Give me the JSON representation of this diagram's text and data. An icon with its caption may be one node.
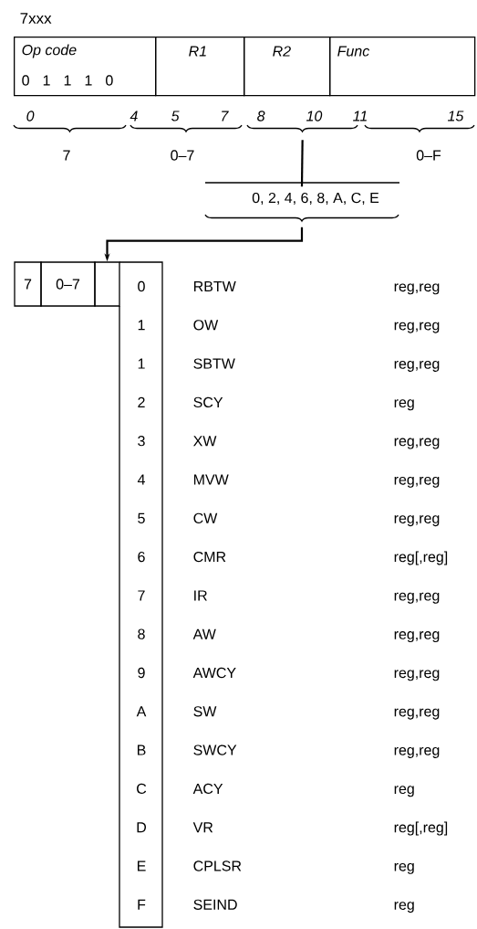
{
  "diagram": {
    "title": "7xxx",
    "nodes": [
      {
        "text": [
          "Op code",
          "0 1 1 1 0"
        ]
      },
      {
        "text": [
          "R1"
        ]
      },
      {
        "text": [
          "R2"
        ]
      },
      {
        "text": [
          "Func"
        ]
      },
      {
        "text": [
          "0, 2, 4, 6, 8, A, C, E"
        ]
      },
      {
        "text": [
          "7"
        ]
      },
      {
        "text": [
          "0–7"
        ]
      },
      {
        "text": [],
        "shape": "box"
      }
    ],
    "edges": [
      {
        "from": 2,
        "to": 4,
        "arrow": "none"
      },
      {
        "from": 4,
        "to": 7,
        "arrow": "to"
      }
    ],
    "labels": [
      "0",
      "4",
      "5",
      "7",
      "8",
      "10",
      "11",
      "15",
      "7",
      "0–7",
      "0–F",
      "0",
      "RBTW",
      "reg,reg",
      "1",
      "OW",
      "reg,reg",
      "1",
      "SBTW",
      "reg,reg",
      "2",
      "SCY",
      "reg",
      "3",
      "XW",
      "reg,reg",
      "4",
      "MVW",
      "reg,reg",
      "5",
      "CW",
      "reg,reg",
      "6",
      "CMR",
      "reg[,reg]",
      "7",
      "IR",
      "reg,reg",
      "8",
      "AW",
      "reg,reg",
      "9",
      "AWCY",
      "reg,reg",
      "A",
      "SW",
      "reg,reg",
      "B",
      "SWCY",
      "reg,reg",
      "C",
      "ACY",
      "reg",
      "D",
      "VR",
      "reg[,reg]",
      "E",
      "CPLSR",
      "reg",
      "F",
      "SEIND",
      "reg"
    ]
  }
}
